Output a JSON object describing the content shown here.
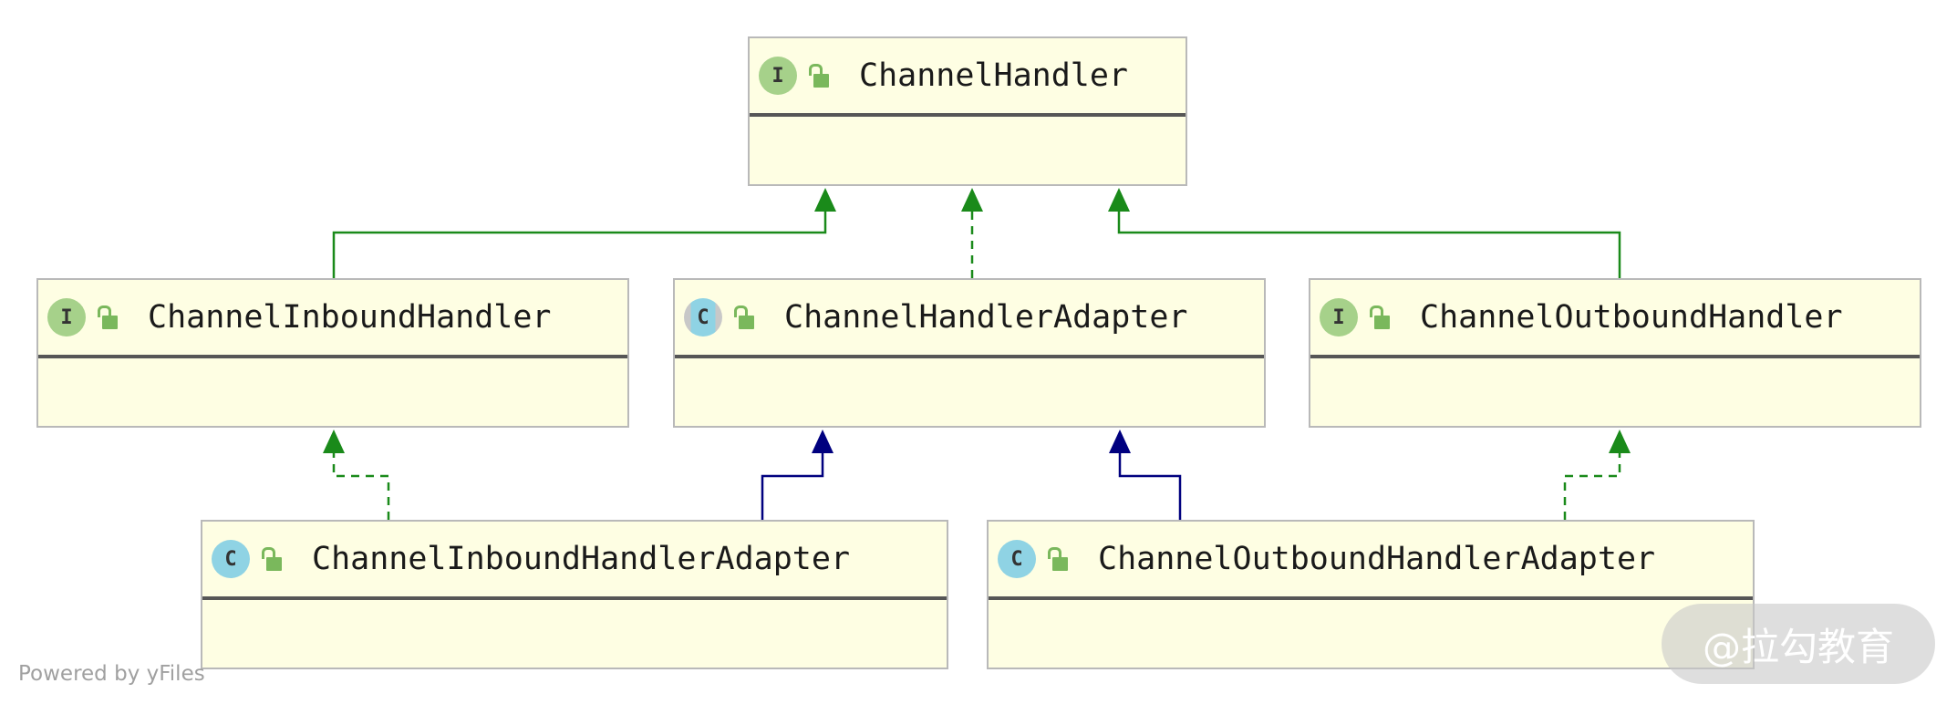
{
  "nodes": {
    "channel_handler": {
      "name": "ChannelHandler",
      "kind": "interface",
      "kind_letter": "I"
    },
    "channel_inbound_handler": {
      "name": "ChannelInboundHandler",
      "kind": "interface",
      "kind_letter": "I"
    },
    "channel_handler_adapter": {
      "name": "ChannelHandlerAdapter",
      "kind": "abstract-class",
      "kind_letter": "C"
    },
    "channel_outbound_handler": {
      "name": "ChannelOutboundHandler",
      "kind": "interface",
      "kind_letter": "I"
    },
    "channel_inbound_handler_adapter": {
      "name": "ChannelInboundHandlerAdapter",
      "kind": "class",
      "kind_letter": "C"
    },
    "channel_outbound_handler_adapter": {
      "name": "ChannelOutboundHandlerAdapter",
      "kind": "class",
      "kind_letter": "C"
    }
  },
  "edges": [
    {
      "from": "channel_inbound_handler",
      "to": "channel_handler",
      "type": "extends-interface",
      "color": "#1a8a1a"
    },
    {
      "from": "channel_handler_adapter",
      "to": "channel_handler",
      "type": "implements",
      "color": "#1a8a1a"
    },
    {
      "from": "channel_outbound_handler",
      "to": "channel_handler",
      "type": "extends-interface",
      "color": "#1a8a1a"
    },
    {
      "from": "channel_inbound_handler_adapter",
      "to": "channel_inbound_handler",
      "type": "implements",
      "color": "#1a8a1a"
    },
    {
      "from": "channel_inbound_handler_adapter",
      "to": "channel_handler_adapter",
      "type": "extends-class",
      "color": "#00007f"
    },
    {
      "from": "channel_outbound_handler_adapter",
      "to": "channel_handler_adapter",
      "type": "extends-class",
      "color": "#00007f"
    },
    {
      "from": "channel_outbound_handler_adapter",
      "to": "channel_outbound_handler",
      "type": "implements",
      "color": "#1a8a1a"
    }
  ],
  "icons": {
    "interface": "interface-icon",
    "class": "class-icon",
    "abstract": "abstract-class-icon",
    "visibility": "unlocked-icon"
  },
  "colors": {
    "node_fill": "#fefee3",
    "interface_badge": "#a6d18a",
    "class_badge": "#8fd3e4",
    "inheritance_green": "#1a8a1a",
    "inheritance_blue": "#00007f"
  },
  "footer": {
    "powered_by": "Powered by yFiles"
  },
  "watermark": {
    "text": "@拉勾教育"
  }
}
